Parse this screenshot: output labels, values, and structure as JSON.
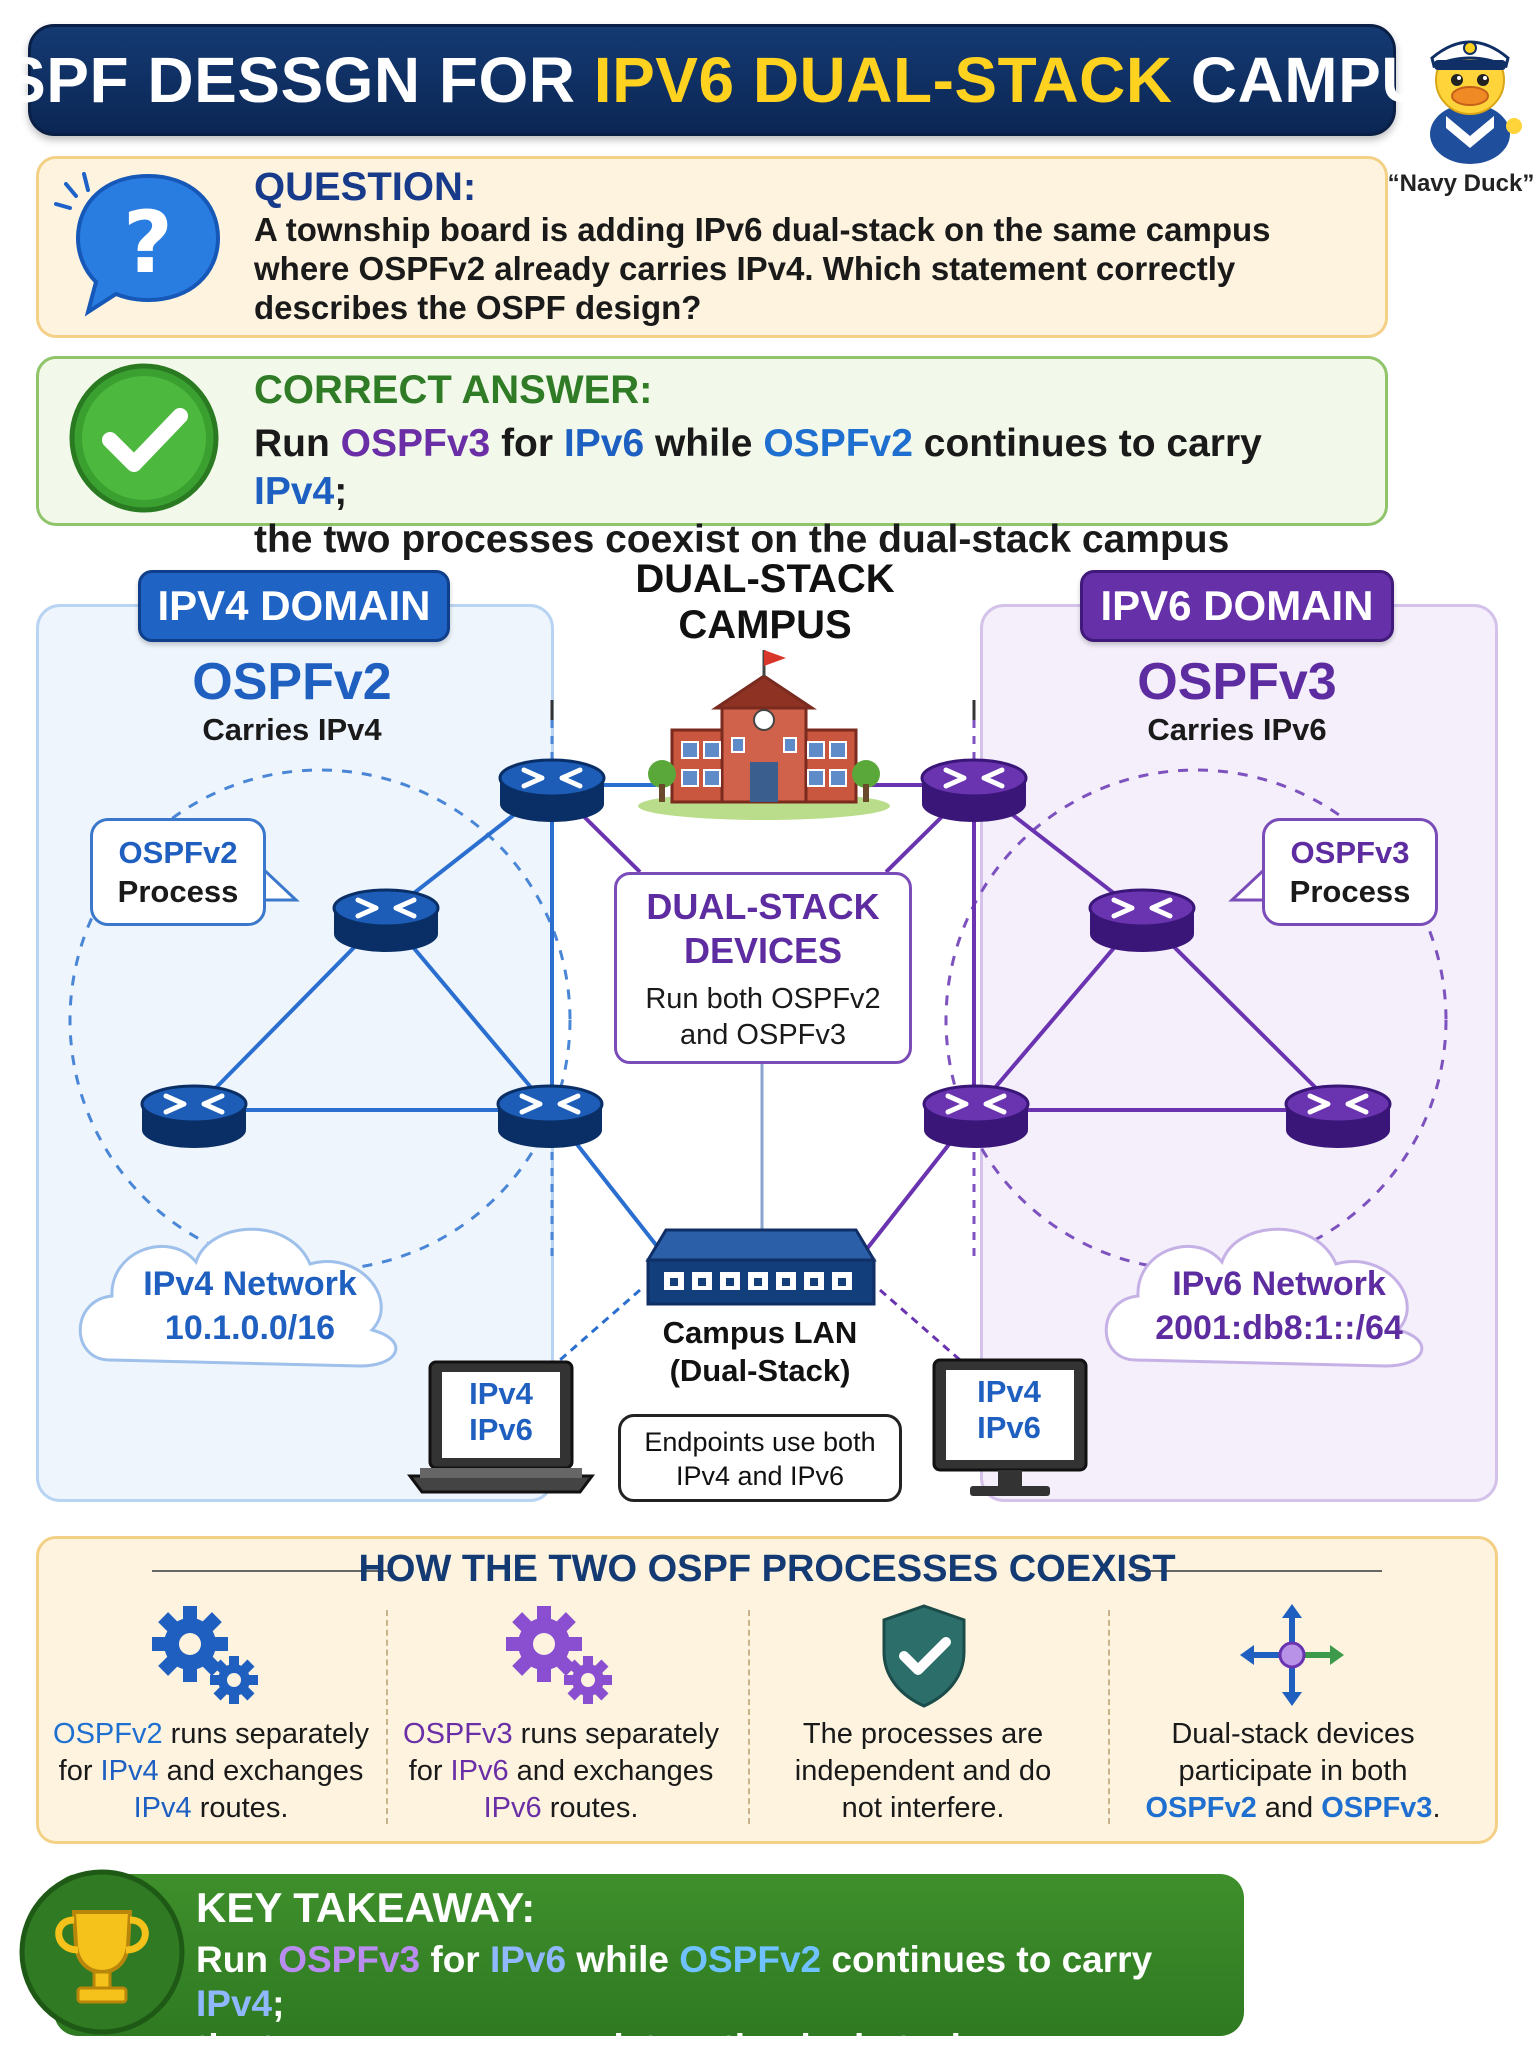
{
  "title": {
    "part1": "OSPF DESSGN FOR ",
    "part2": "IPV6 DUAL-STACK",
    "part3": " CAMPUS"
  },
  "mascot": {
    "caption": "“Navy Duck”",
    "icon": "duck-sailor-icon"
  },
  "question": {
    "heading": "QUESTION:",
    "line1": "A township board is adding IPv6 dual-stack on the same campus",
    "line2": "where OSPFv2 already carries IPv4. Which statement correctly",
    "line3": "describes the OSPF design?"
  },
  "answer": {
    "heading": "CORRECT ANSWER:",
    "run": "Run ",
    "ospfv3": "OSPFv3",
    "for": " for ",
    "ipv6": "IPv6",
    "while": " while ",
    "ospfv2": "OSPFv2",
    "continues": " continues to carry ",
    "ipv4": "IPv4",
    "semi": ";",
    "line2": "the two processes coexist on the dual-stack campus"
  },
  "ipv4_domain": {
    "tab": "IPV4 DOMAIN",
    "protocol": "OSPFv2",
    "carries": "Carries IPv4",
    "process_line1": "OSPFv2",
    "process_line2": "Process",
    "network_line1": "IPv4 Network",
    "network_line2": "10.1.0.0/16"
  },
  "ipv6_domain": {
    "tab": "IPV6 DOMAIN",
    "protocol": "OSPFv3",
    "carries": "Carries IPv6",
    "process_line1": "OSPFv3",
    "process_line2": "Process",
    "network_line1": "IPv6 Network",
    "network_line2": "2001:db8:1::/64"
  },
  "campus": {
    "heading_line1": "DUAL-STACK",
    "heading_line2": "CAMPUS",
    "devices_line1": "DUAL-STACK",
    "devices_line2": "DEVICES",
    "devices_body1": "Run both OSPFv2",
    "devices_body2": "and OSPFv3",
    "lan_line1": "Campus LAN",
    "lan_line2": "(Dual-Stack)",
    "endpoints_line1": "Endpoints use both",
    "endpoints_line2": "IPv4 and IPv6",
    "laptop_line1": "IPv4",
    "laptop_line2": "IPv6",
    "monitor_line1": "IPv4",
    "monitor_line2": "IPv6"
  },
  "coexist": {
    "heading": "HOW THE TWO OSPF PROCESSES COEXIST",
    "items": [
      {
        "icon": "gears-blue-icon",
        "k1": "OSPFv2",
        "t1": " runs separately",
        "t2a": "for ",
        "k2": "IPv4",
        "t2b": " and exchanges",
        "k3": "IPv4",
        "t3": " routes."
      },
      {
        "icon": "gears-purple-icon",
        "k1": "OSPFv3",
        "t1": " runs separately",
        "t2a": "for ",
        "k2": "IPv6",
        "t2b": " and exchanges",
        "k3": "IPv6",
        "t3": " routes."
      },
      {
        "icon": "shield-check-icon",
        "l1": "The processes are",
        "l2": "independent and do",
        "l3": "not interfere."
      },
      {
        "icon": "arrows-cross-icon",
        "l1": "Dual-stack devices",
        "l2": "participate in both",
        "k1": "OSPFv2",
        "and": " and ",
        "k2": "OSPFv3",
        "dot": "."
      }
    ]
  },
  "takeaway": {
    "heading": "KEY TAKEAWAY:",
    "run": "Run ",
    "ospfv3": "OSPFv3",
    "for": " for ",
    "ipv6": "IPv6",
    "while": " while ",
    "ospfv2": "OSPFv2",
    "continues": " continues to carry ",
    "ipv4": "IPv4",
    "semi": ";",
    "line2": "the two processes coexist on the dual-stack campus."
  },
  "colors": {
    "navy": "#0b2654",
    "ipv4_blue": "#1f63c4",
    "ipv6_purple": "#6530a8",
    "answer_green": "#2f7a22",
    "highlight_yellow": "#ffd21f"
  }
}
